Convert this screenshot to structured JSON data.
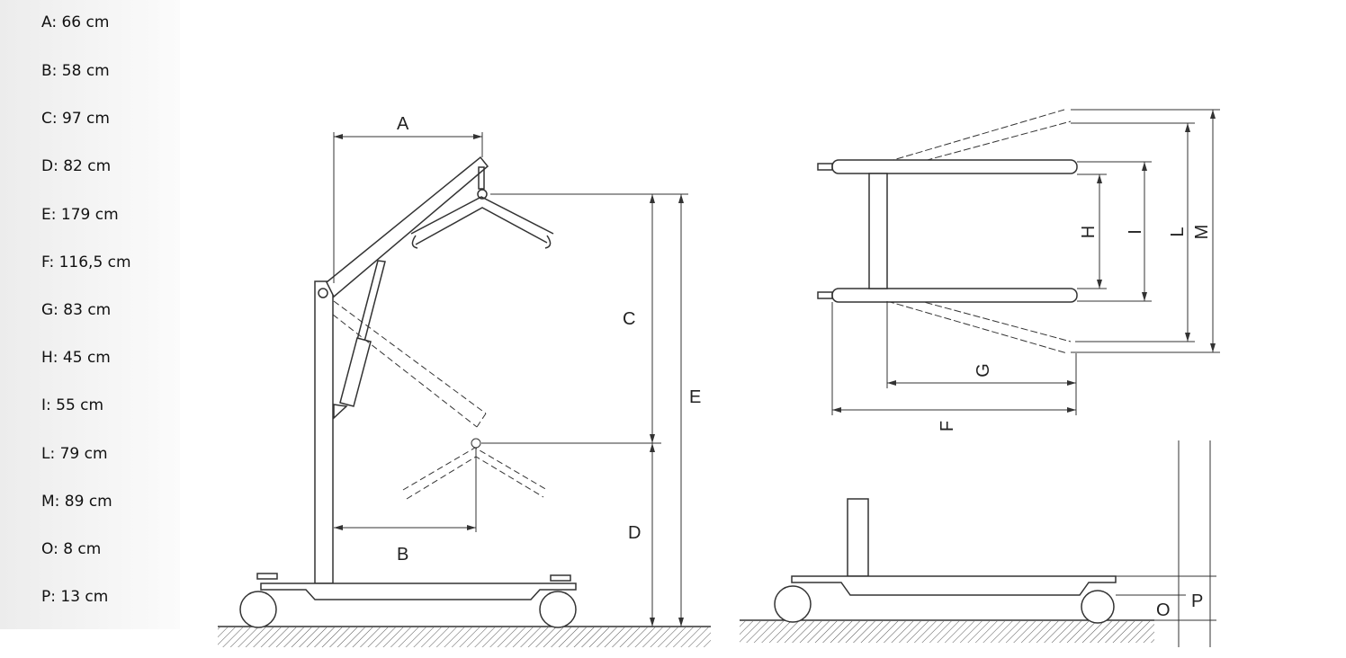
{
  "specs": [
    {
      "label": "A: 66 cm"
    },
    {
      "label": "B: 58 cm"
    },
    {
      "label": "C: 97 cm"
    },
    {
      "label": "D: 82 cm"
    },
    {
      "label": "E: 179 cm"
    },
    {
      "label": "F: 116,5 cm"
    },
    {
      "label": "G: 83 cm"
    },
    {
      "label": "H: 45 cm"
    },
    {
      "label": "I: 55 cm"
    },
    {
      "label": "L: 79 cm"
    },
    {
      "label": "M: 89 cm"
    },
    {
      "label": "O: 8 cm"
    },
    {
      "label": "P: 13 cm"
    }
  ],
  "drawing": {
    "labels": {
      "A": "A",
      "B": "B",
      "C": "C",
      "D": "D",
      "E": "E",
      "F": "F",
      "G": "G",
      "H": "H",
      "I": "I",
      "L": "L",
      "M": "M",
      "O": "O",
      "P": "P"
    },
    "line_color": "#333333"
  }
}
